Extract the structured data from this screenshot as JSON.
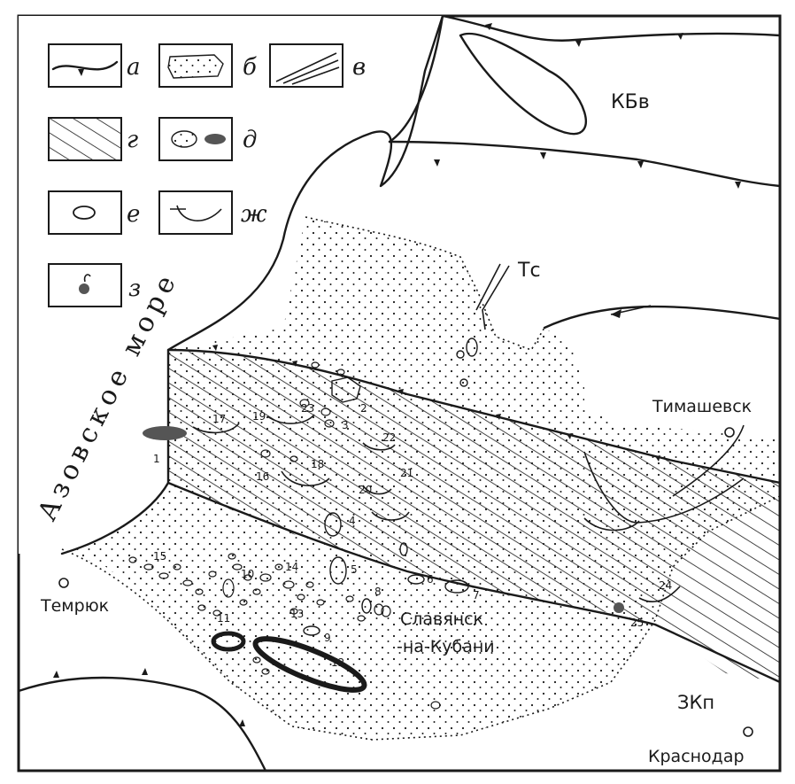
{
  "legend": [
    {
      "key": "a",
      "letter": "а",
      "symbol": "thrust-fault"
    },
    {
      "key": "b",
      "letter": "б",
      "symbol": "sand-body"
    },
    {
      "key": "v",
      "letter": "в",
      "symbol": "lineation"
    },
    {
      "key": "g",
      "letter": "г",
      "symbol": "hatched-zone"
    },
    {
      "key": "d",
      "letter": "д",
      "symbol": "gas-oil-deposits"
    },
    {
      "key": "e",
      "letter": "е",
      "symbol": "structure-oval"
    },
    {
      "key": "zh",
      "letter": "ж",
      "symbol": "fold-axis"
    },
    {
      "key": "z",
      "letter": "з",
      "symbol": "well-symbol"
    }
  ],
  "sea_label": "Азовское море",
  "region_labels": {
    "kbv": "КБв",
    "ts": "Тс",
    "zkp": "ЗКп"
  },
  "cities": {
    "timashevsk": "Тимашевск",
    "temryuk": "Темрюк",
    "slavyansk_1": "Славянск",
    "slavyansk_2": "-на-Кубани",
    "krasnodar": "Краснодар"
  },
  "numbers": [
    "1",
    "2",
    "3",
    "4",
    "5",
    "6",
    "7",
    "8",
    "9",
    "10",
    "11",
    "12",
    "13",
    "14",
    "15",
    "16",
    "17",
    "18",
    "19",
    "20",
    "21",
    "22",
    "23",
    "24",
    "25"
  ],
  "colors": {
    "ink": "#1a1a1a",
    "paper": "#ffffff",
    "dark_fill": "#555555"
  }
}
